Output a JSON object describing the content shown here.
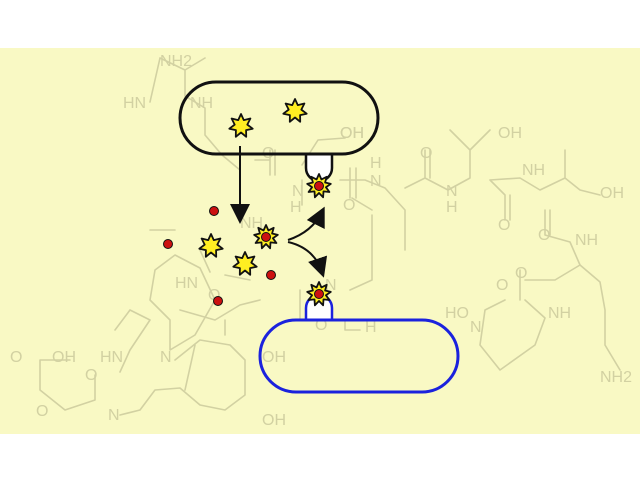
{
  "colors": {
    "background": "#f9f9c4",
    "structure": "#d2d1a2",
    "star_fill": "#ffee22",
    "dot_fill": "#cc1111",
    "top_cell_stroke": "#111111",
    "bottom_cell_stroke": "#1b22dd",
    "arrow": "#111111"
  },
  "structure_labels": [
    "NH2",
    "HN",
    "NH",
    "OH",
    "O",
    "H",
    "N",
    "O",
    "H",
    "N",
    "OH",
    "O",
    "H",
    "N",
    "O",
    "OH",
    "NH",
    "O",
    "NH",
    "O",
    "NH",
    "HN",
    "O",
    "HN",
    "N",
    "OH",
    "O",
    "HO",
    "O",
    "N",
    "NH2",
    "O",
    "OH",
    "O",
    "OH",
    "N",
    "NH",
    "OH",
    "N",
    "O",
    "H"
  ],
  "icons": {
    "star": "siderophore-star-icon",
    "loaded_star": "iron-loaded-siderophore-icon",
    "dot": "iron-ion-dot-icon",
    "receptor": "membrane-receptor-icon"
  }
}
